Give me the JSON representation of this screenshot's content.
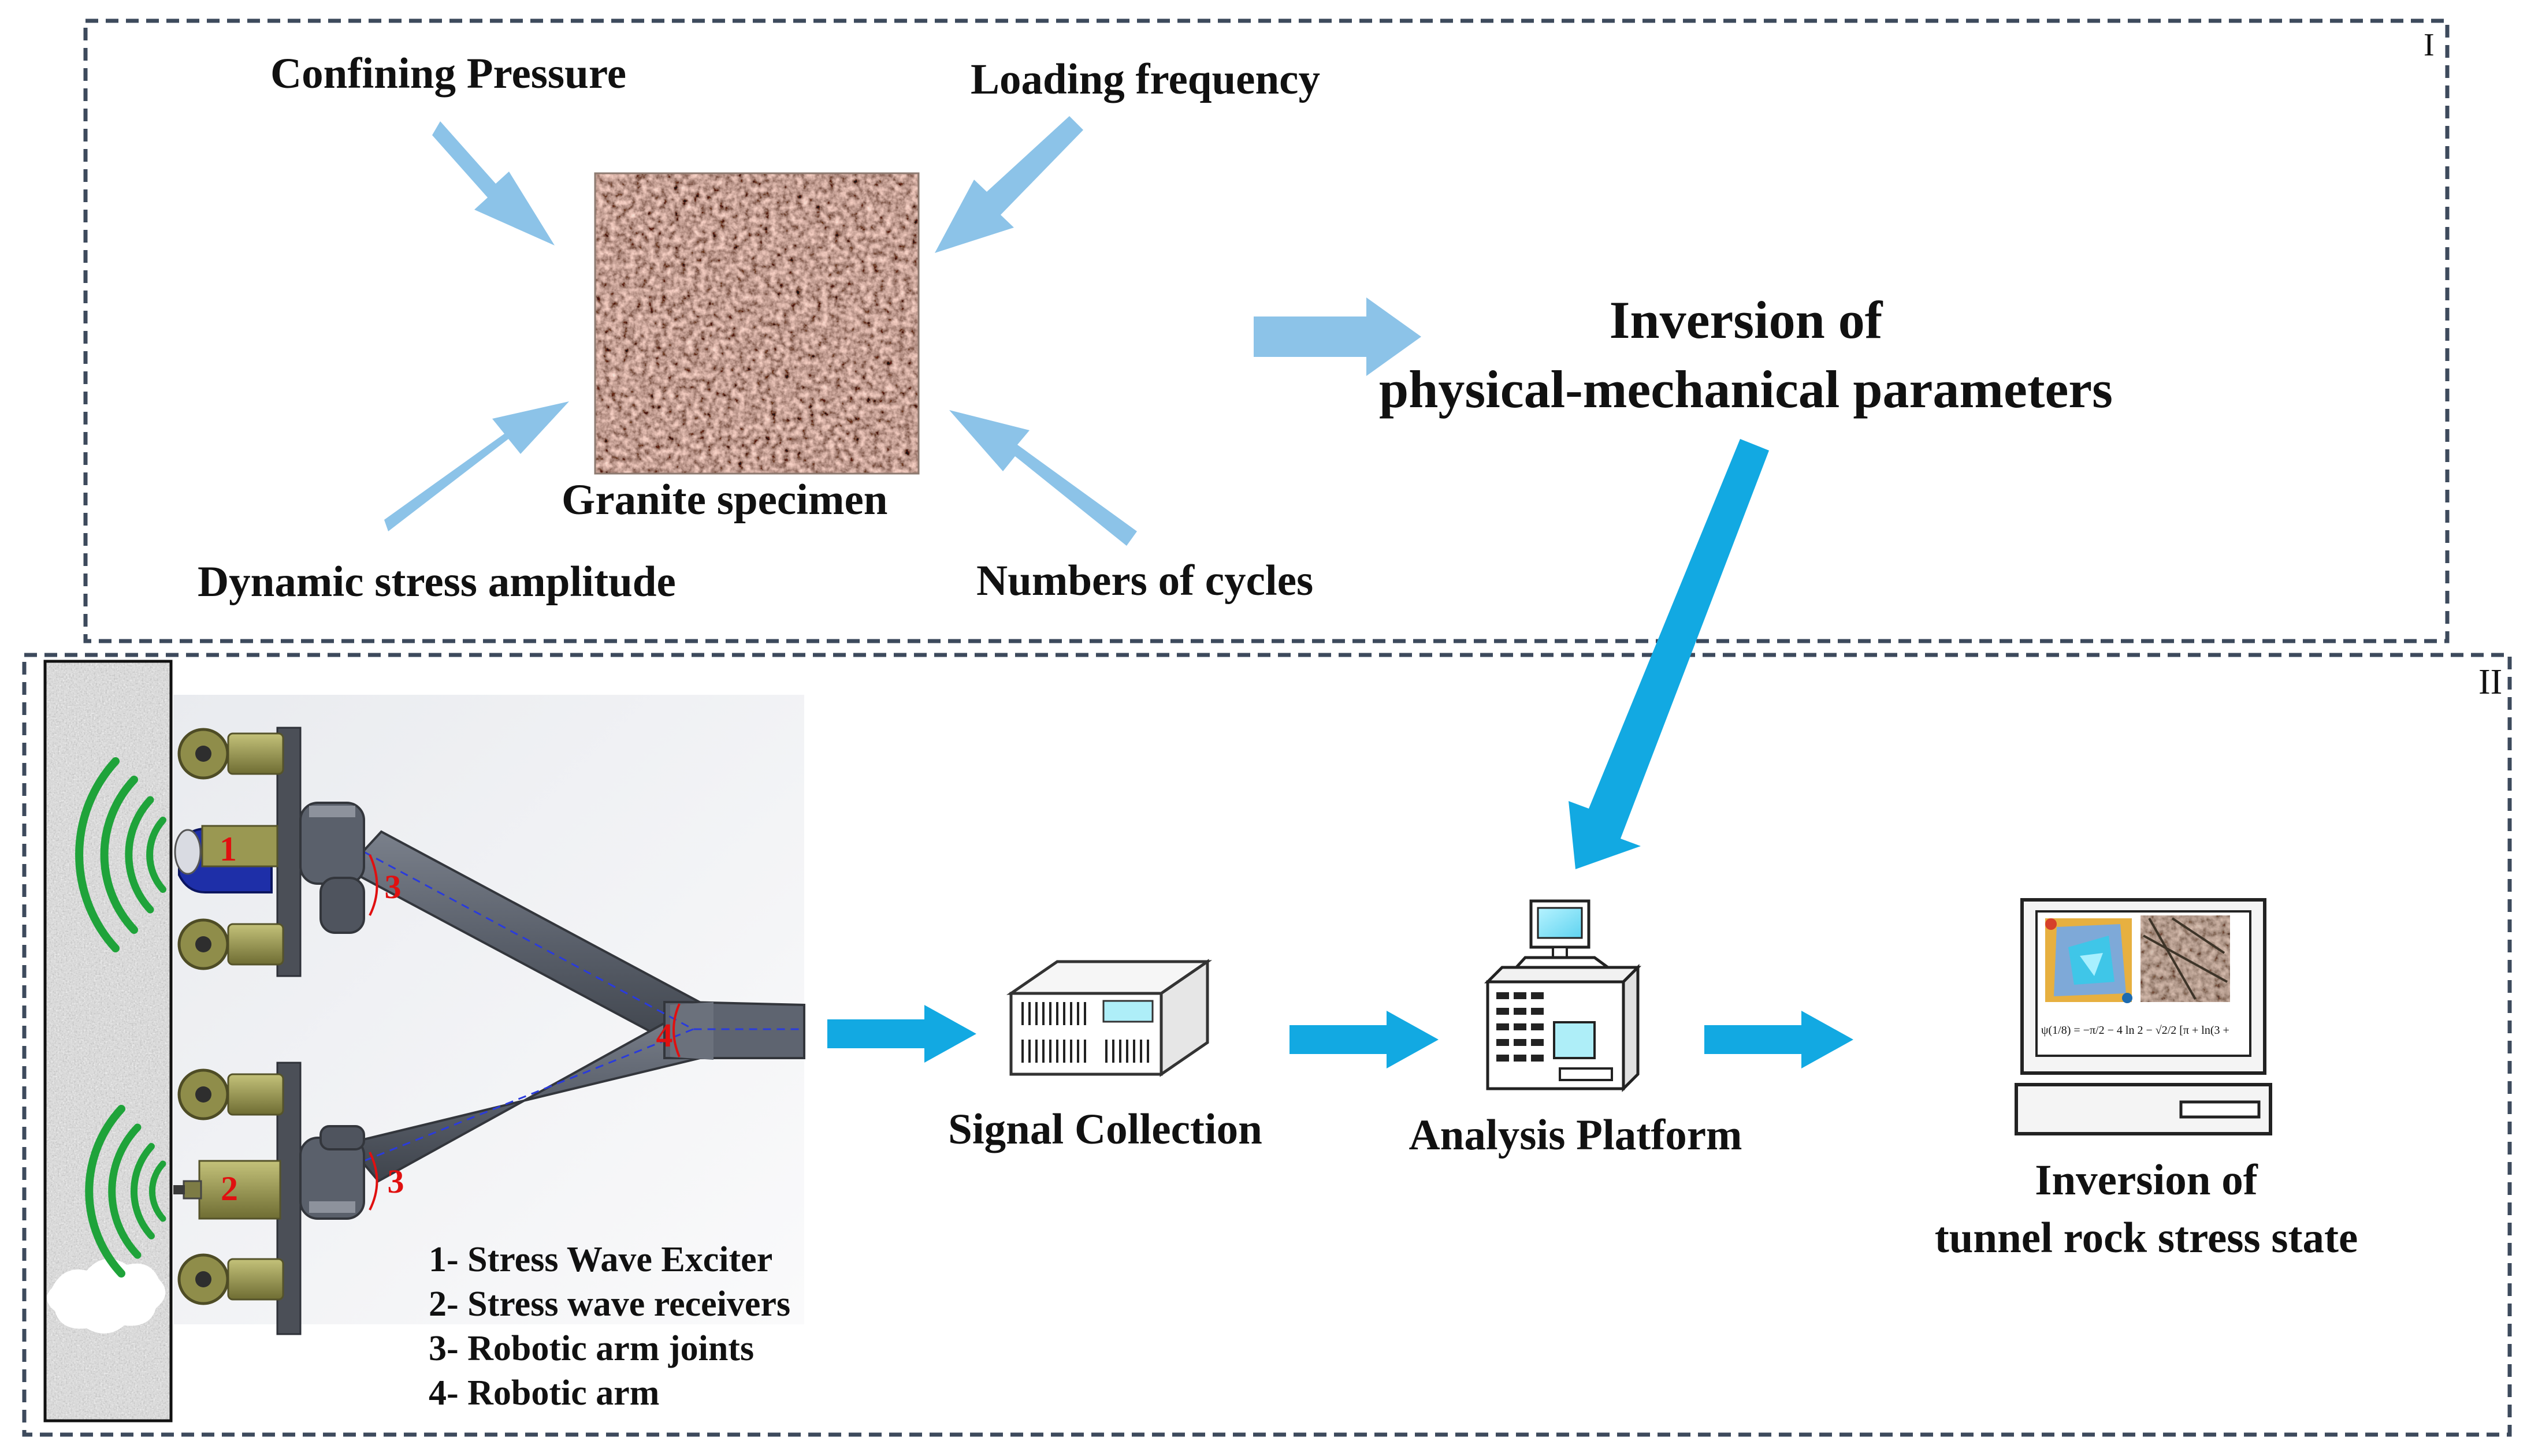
{
  "panel_1": {
    "id_label": "I",
    "inputs": {
      "top_left": "Confining Pressure",
      "top_right": "Loading frequency",
      "bottom_left": "Dynamic stress amplitude",
      "bottom_right": "Numbers of cycles"
    },
    "specimen_label": "Granite specimen",
    "inversion_title_line1": "Inversion of",
    "inversion_title_line2": "physical-mechanical parameters"
  },
  "panel_2": {
    "id_label": "II",
    "arm_markers": [
      "1",
      "2",
      "3",
      "3",
      "4"
    ],
    "legend": [
      "1- Stress Wave Exciter",
      "2- Stress wave receivers",
      "3- Robotic arm joints",
      "4- Robotic arm"
    ],
    "signal_collection_label": "Signal Collection",
    "analysis_platform_label": "Analysis Platform",
    "inversion_result_line1": "Inversion of",
    "inversion_result_line2": "tunnel rock stress state",
    "monitor_formula": "ψ(1/8) = −π/2 − 4 ln 2 − √2/2 [π + ln(3 +"
  },
  "colors": {
    "frame_dash": "#3d4a5c",
    "arrow_light": "#8cc3e8",
    "arrow_bright": "#12a9e2",
    "wave_green": "#1fa33a",
    "marker_red": "#e01010",
    "arm_gray": "#5e6470",
    "mount_olive": "#9c9a52"
  }
}
